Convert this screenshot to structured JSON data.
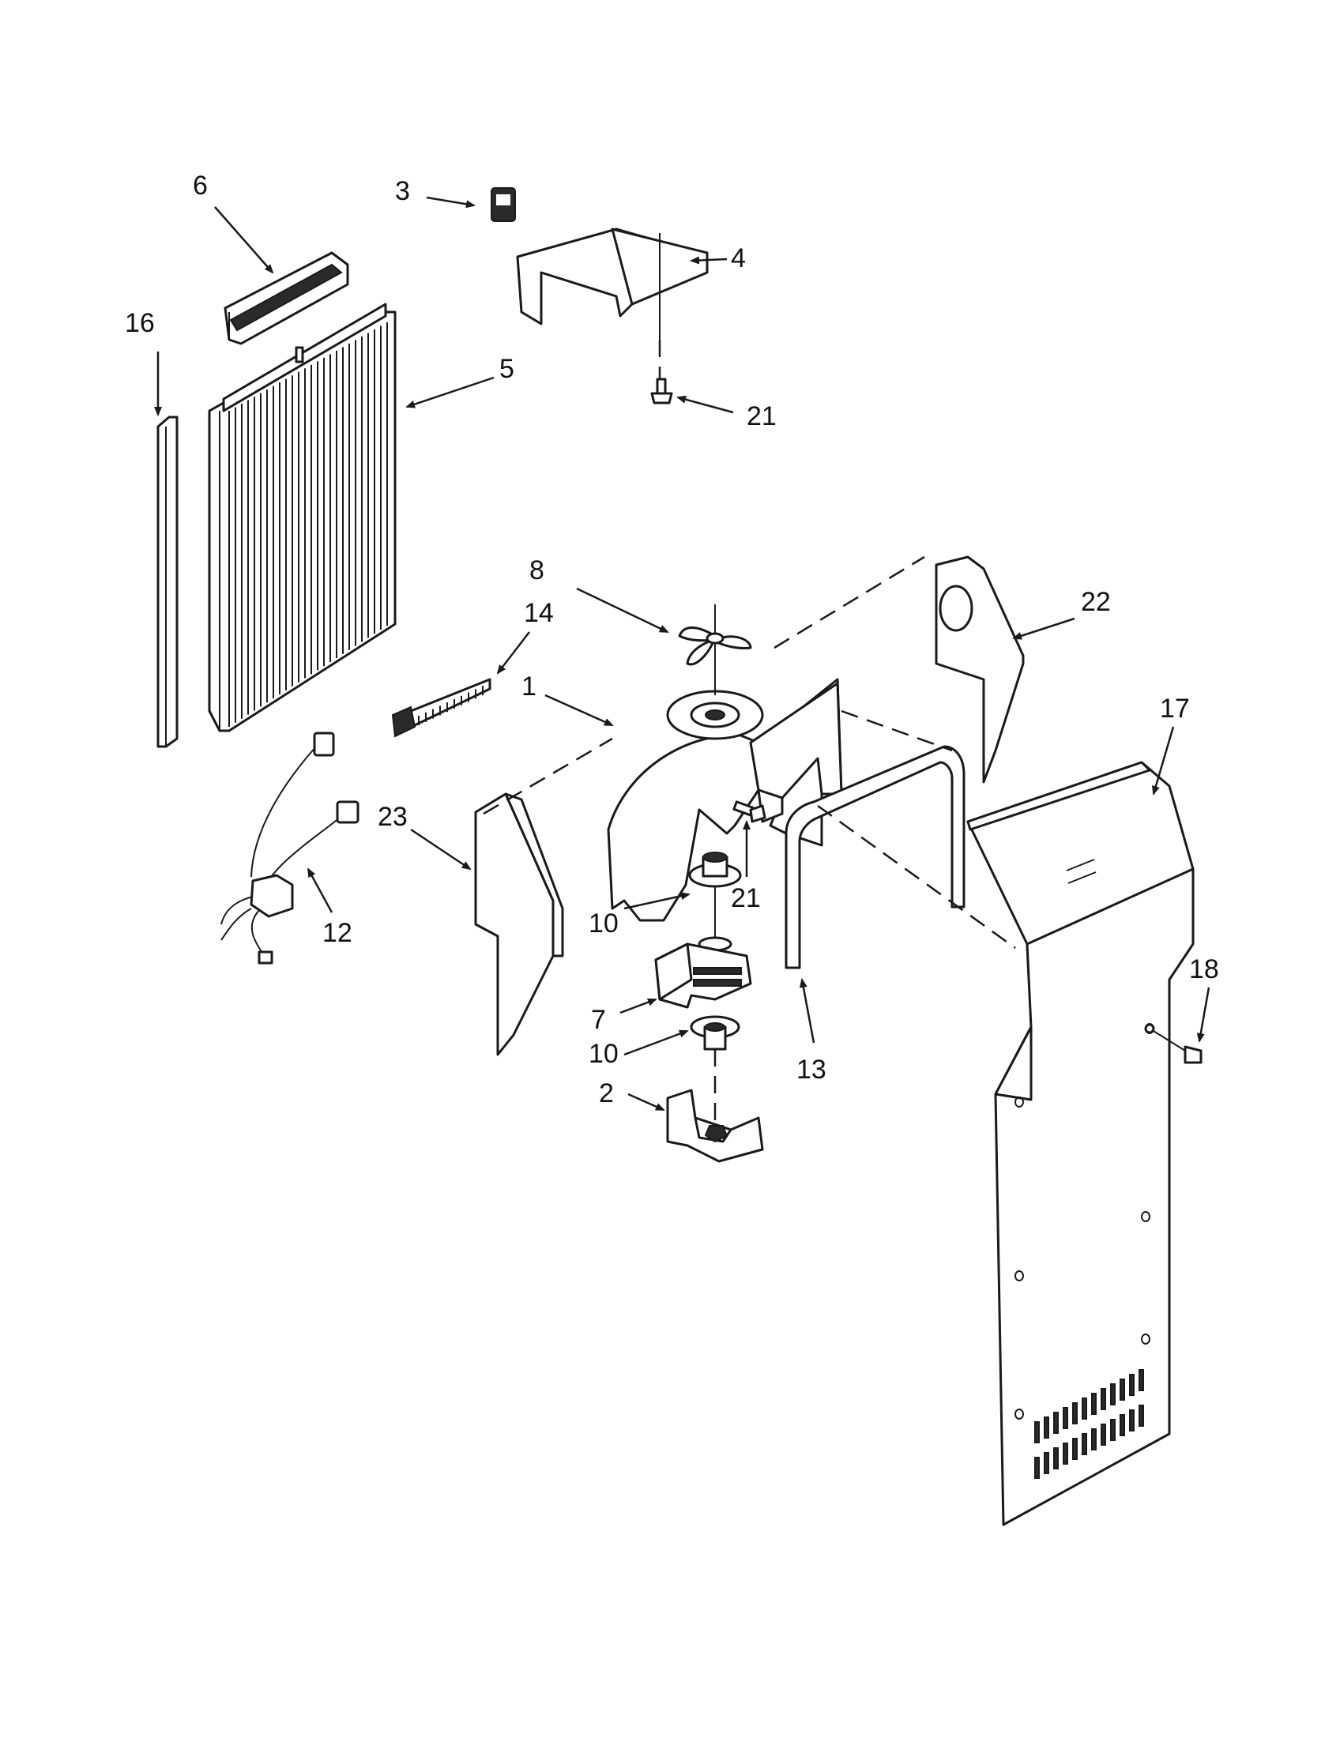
{
  "callouts": {
    "c1": "1",
    "c2": "2",
    "c3": "3",
    "c4": "4",
    "c5": "5",
    "c6": "6",
    "c7": "7",
    "c8": "8",
    "c10a": "10",
    "c10b": "10",
    "c12": "12",
    "c13": "13",
    "c14": "14",
    "c16": "16",
    "c17": "17",
    "c18": "18",
    "c21a": "21",
    "c21b": "21",
    "c22": "22",
    "c23": "23"
  }
}
